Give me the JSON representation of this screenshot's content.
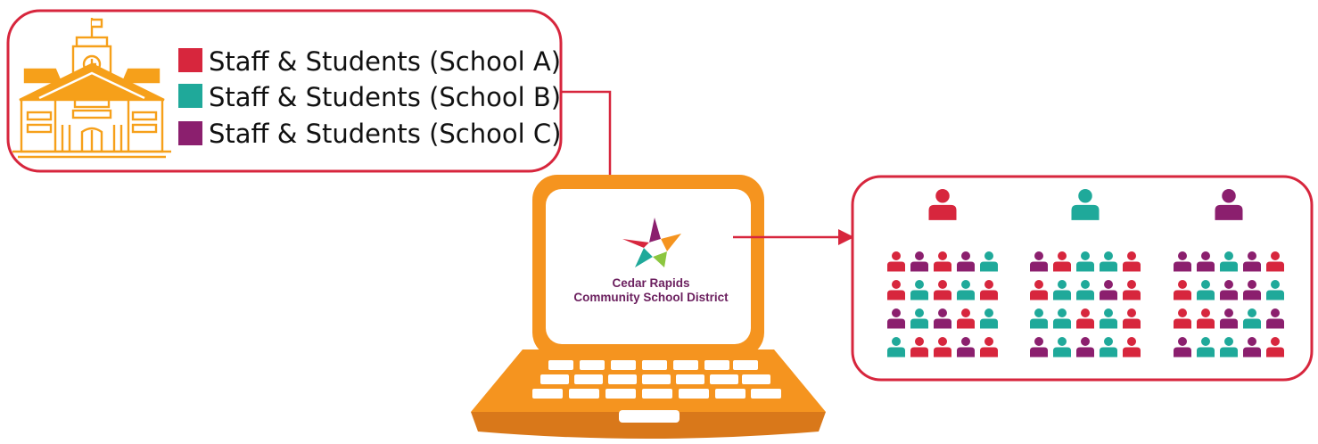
{
  "legend": {
    "items": [
      {
        "label": "Staff & Students (School A)",
        "color": "#d7263d"
      },
      {
        "label": "Staff & Students (School B)",
        "color": "#1fa99a"
      },
      {
        "label": "Staff & Students (School C)",
        "color": "#8b1f6e"
      }
    ]
  },
  "logo": {
    "line1": "Cedar Rapids",
    "line2": "Community School District",
    "text_color": "#6b1f5e"
  },
  "colors": {
    "frame_red": "#d7263d",
    "laptop_orange": "#f5941f",
    "building_orange": "#f6a01a"
  },
  "groups": [
    {
      "leader": "red",
      "rows": [
        [
          "red",
          "purple",
          "red",
          "purple",
          "teal"
        ],
        [
          "red",
          "teal",
          "red",
          "teal",
          "red"
        ],
        [
          "purple",
          "teal",
          "purple",
          "red",
          "teal"
        ],
        [
          "teal",
          "red",
          "red",
          "purple",
          "red"
        ]
      ]
    },
    {
      "leader": "teal",
      "rows": [
        [
          "purple",
          "red",
          "teal",
          "teal",
          "red"
        ],
        [
          "red",
          "teal",
          "teal",
          "purple",
          "red"
        ],
        [
          "teal",
          "teal",
          "red",
          "teal",
          "red"
        ],
        [
          "purple",
          "teal",
          "purple",
          "teal",
          "red"
        ]
      ]
    },
    {
      "leader": "purple",
      "rows": [
        [
          "purple",
          "purple",
          "teal",
          "purple",
          "red"
        ],
        [
          "red",
          "teal",
          "purple",
          "purple",
          "teal"
        ],
        [
          "red",
          "red",
          "purple",
          "teal",
          "purple"
        ],
        [
          "purple",
          "teal",
          "teal",
          "purple",
          "red"
        ]
      ]
    }
  ]
}
